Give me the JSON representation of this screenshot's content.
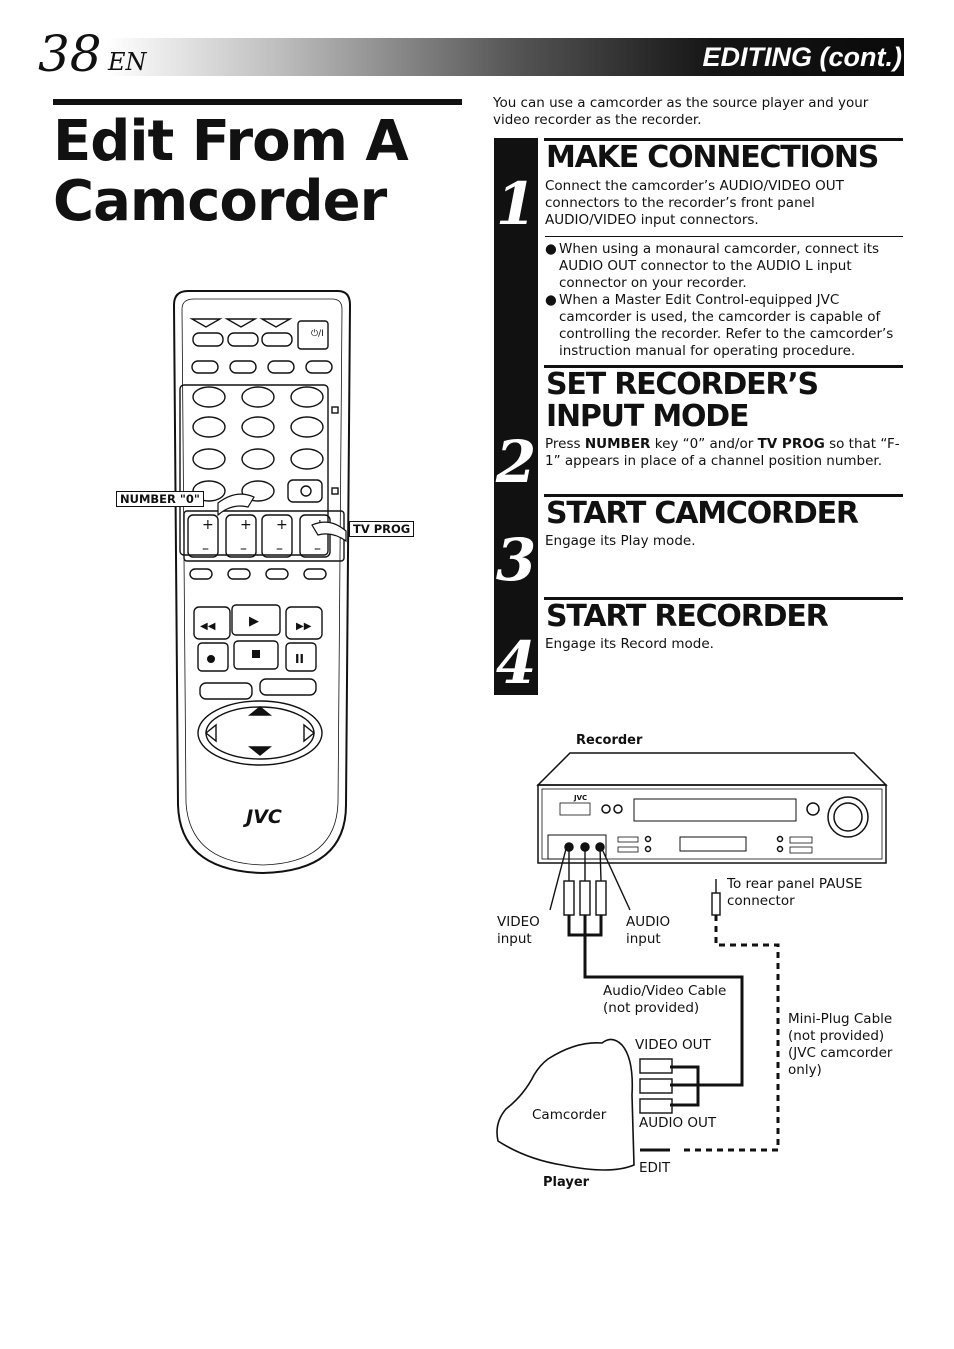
{
  "header": {
    "page_number": "38",
    "language": "EN",
    "section": "EDITING (cont.)"
  },
  "title": "Edit From A Camcorder",
  "intro": "You can use a camcorder as the source player and your video recorder as the recorder.",
  "steps": [
    {
      "number": "1",
      "heading": "MAKE CONNECTIONS",
      "text": "Connect the camcorder’s AUDIO/VIDEO OUT connectors to the recorder’s front panel AUDIO/VIDEO input connectors.",
      "bullets": [
        "When using a monaural camcorder, connect its AUDIO OUT connector to the AUDIO L input connector on your recorder.",
        "When a Master Edit Control-equipped JVC camcorder is used, the camcorder is capable of controlling the recorder. Refer to the camcorder’s instruction manual for operating procedure."
      ]
    },
    {
      "number": "2",
      "heading": "SET RECORDER’S INPUT MODE",
      "text_parts": [
        "Press ",
        "NUMBER",
        " key “0” and/or ",
        "TV PROG",
        " so that “F-1” appears in place of a channel position number."
      ]
    },
    {
      "number": "3",
      "heading": "START CAMCORDER",
      "text": "Engage its Play mode."
    },
    {
      "number": "4",
      "heading": "START RECORDER",
      "text": "Engage its Record mode."
    }
  ],
  "remote": {
    "callout_number": "NUMBER \"0\"",
    "callout_tvprog": "TV PROG",
    "brand": "JVC"
  },
  "diagram": {
    "recorder_label": "Recorder",
    "recorder_brand": "JVC",
    "video_input": [
      "VIDEO",
      "input"
    ],
    "audio_input": [
      "AUDIO",
      "input"
    ],
    "rear_pause": [
      "To rear panel PAUSE",
      "connector"
    ],
    "av_cable": [
      "Audio/Video Cable",
      "(not provided)"
    ],
    "mini_plug": [
      "Mini-Plug Cable",
      "(not provided)",
      "(JVC camcorder",
      "only)"
    ],
    "video_out": "VIDEO OUT",
    "audio_out": "AUDIO OUT",
    "edit": "EDIT",
    "camcorder": "Camcorder",
    "player": "Player"
  },
  "colors": {
    "ink": "#111111",
    "paper": "#ffffff"
  }
}
